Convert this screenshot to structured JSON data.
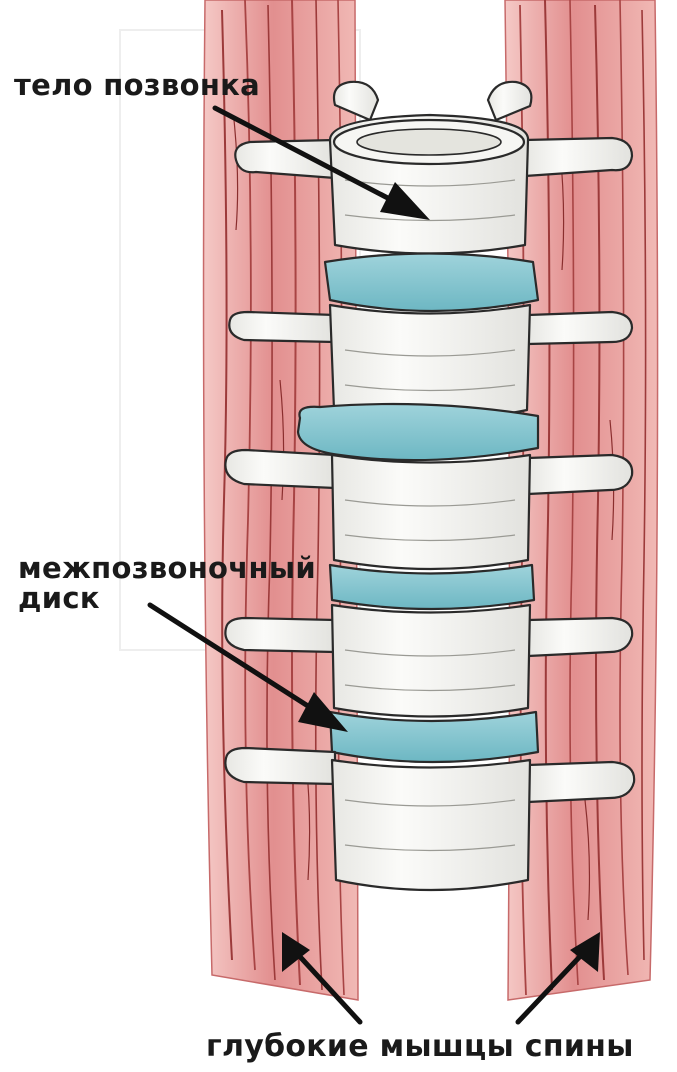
{
  "labels": {
    "vertebral_body": "тело позвонка",
    "disc_line1": "межпозвоночный",
    "disc_line2": "диск",
    "muscles": "глубокие мышцы спины"
  },
  "colors": {
    "muscle": "#e69b9b",
    "muscle_dark": "#b24a4a",
    "bone": "#f3f3f0",
    "bone_outline": "#2a2a2a",
    "disc": "#7fc4cf",
    "disc_dark": "#3d8c98",
    "arrow": "#111111"
  }
}
